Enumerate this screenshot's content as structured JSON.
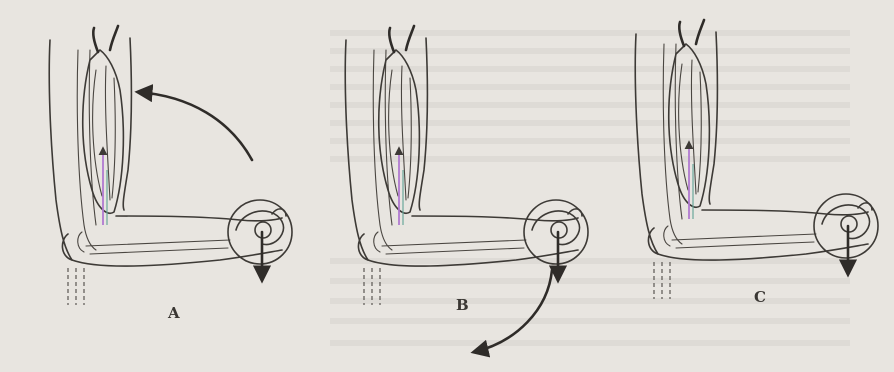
{
  "figure": {
    "panels": [
      {
        "id": "A",
        "label": "A",
        "rotation_arrow": "counterclockwise-up",
        "rotation_arrow_present": true
      },
      {
        "id": "B",
        "label": "B",
        "rotation_arrow": "clockwise-down",
        "rotation_arrow_present": true
      },
      {
        "id": "C",
        "label": "C",
        "rotation_arrow_present": false
      }
    ],
    "elements_per_panel": [
      "upper-arm",
      "forearm",
      "biceps-muscle",
      "muscle-force-arrow",
      "hand-with-ball",
      "weight-force-arrow",
      "elbow-joint-dashed-lines"
    ],
    "colors": {
      "ink": "#3d3a36",
      "paper": "#e8e5e0",
      "force_tint": "#b07ad0"
    }
  }
}
